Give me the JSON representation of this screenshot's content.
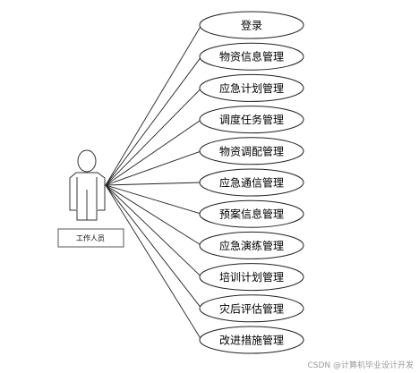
{
  "diagram": {
    "actor_label": "工作人员",
    "use_cases": [
      "登录",
      "物资信息管理",
      "应急计划管理",
      "调度任务管理",
      "物资调配管理",
      "应急通信管理",
      "预案信息管理",
      "应急演练管理",
      "培训计划管理",
      "灾后评估管理",
      "改进措施管理"
    ]
  },
  "watermark": "CSDN @计算机毕业设计开发"
}
